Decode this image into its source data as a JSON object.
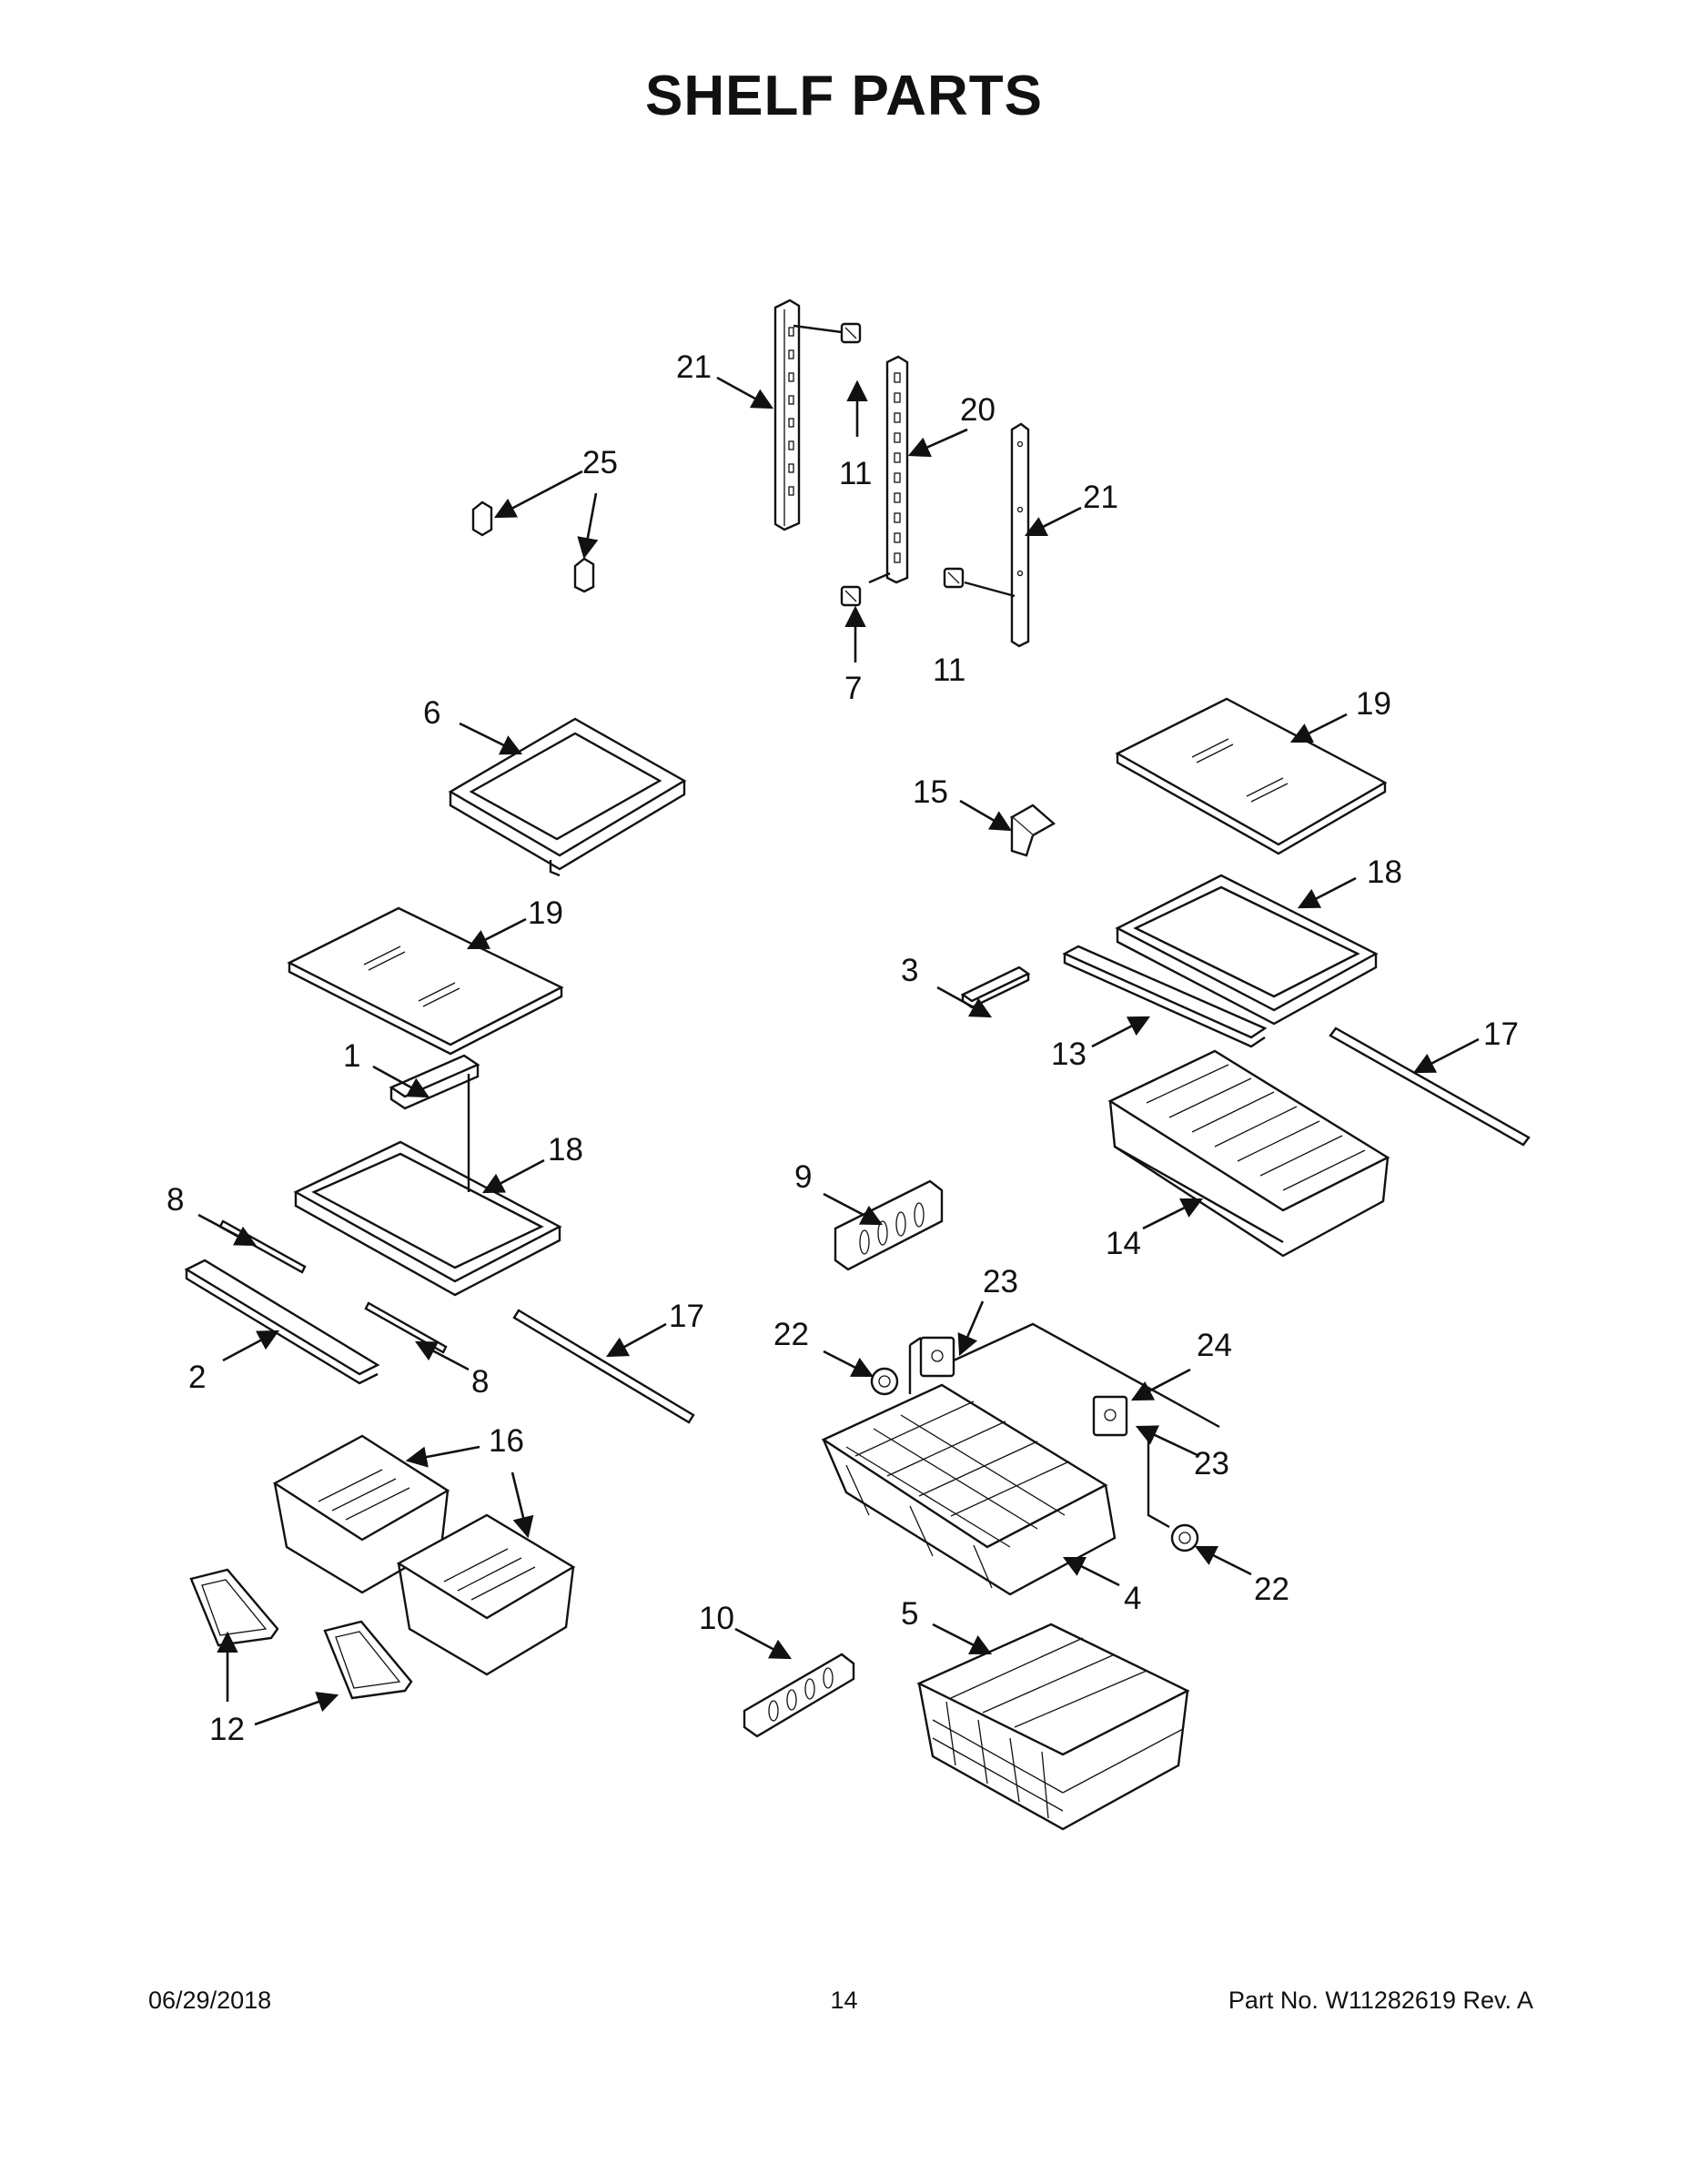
{
  "title": "SHELF PARTS",
  "footer": {
    "date": "06/29/2018",
    "page_number": "14",
    "part_number": "Part No.  W11282619  Rev.  A"
  },
  "callouts": {
    "c1": "1",
    "c2": "2",
    "c3": "3",
    "c4": "4",
    "c5": "5",
    "c6": "6",
    "c7": "7",
    "c8a": "8",
    "c8b": "8",
    "c9": "9",
    "c10": "10",
    "c11a": "11",
    "c11b": "11",
    "c12": "12",
    "c13": "13",
    "c14": "14",
    "c15": "15",
    "c16": "16",
    "c17a": "17",
    "c17b": "17",
    "c18a": "18",
    "c18b": "18",
    "c19a": "19",
    "c19b": "19",
    "c20": "20",
    "c21a": "21",
    "c21b": "21",
    "c22a": "22",
    "c22b": "22",
    "c23a": "23",
    "c23b": "23",
    "c24": "24",
    "c25": "25"
  }
}
